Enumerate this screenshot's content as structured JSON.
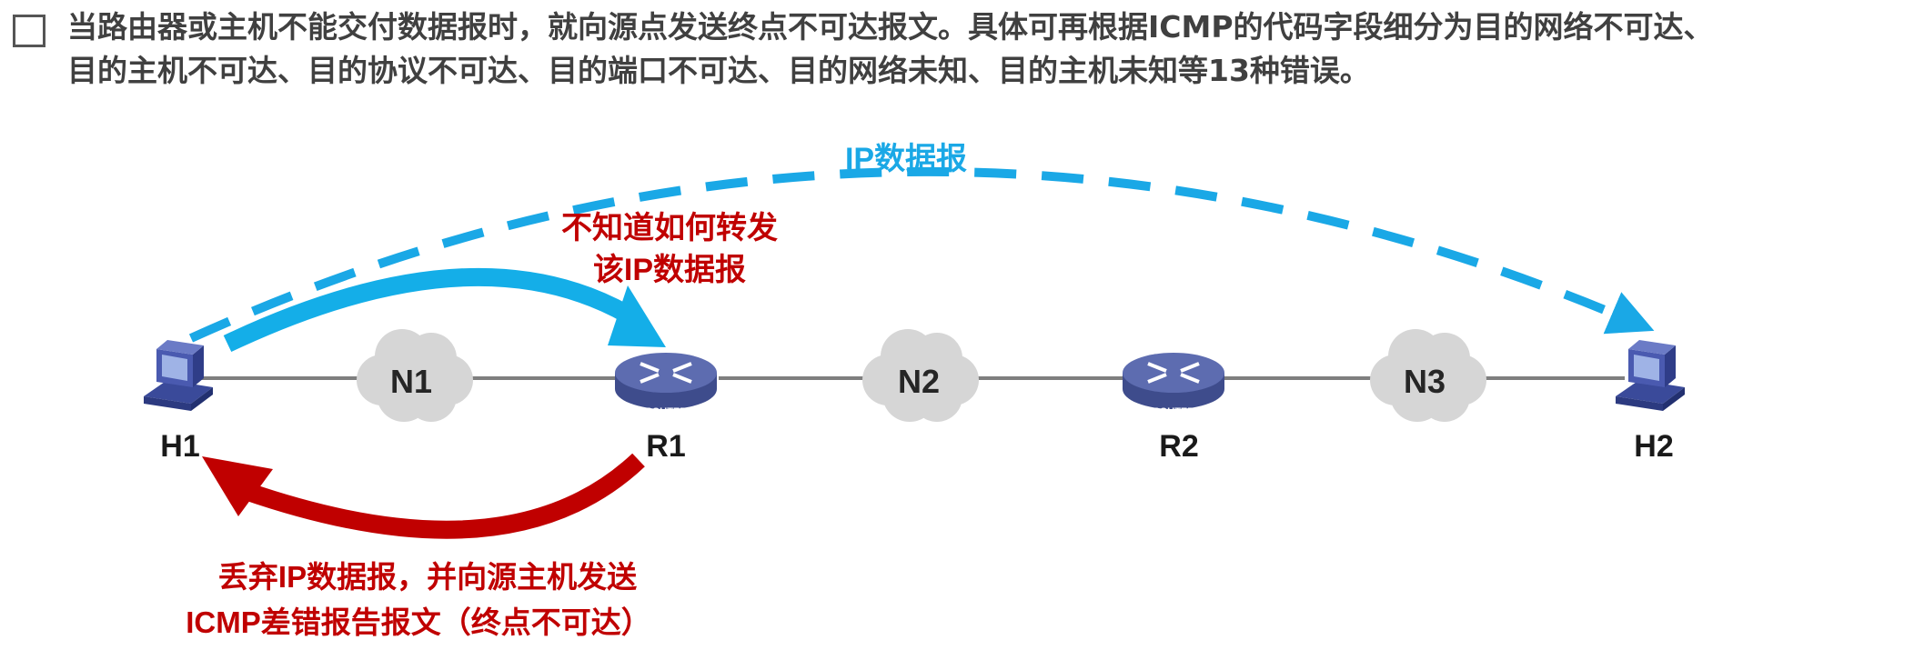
{
  "intro": {
    "line1": "当路由器或主机不能交付数据报时，就向源点发送终点不可达报文。具体可再根据ICMP的代码字段细分为目的网络不可达、",
    "line2": "目的主机不可达、目的协议不可达、目的端口不可达、目的网络未知、目的主机未知等13种错误。"
  },
  "nodes": {
    "h1": "H1",
    "r1": "R1",
    "r2": "R2",
    "h2": "H2",
    "n1": "N1",
    "n2": "N2",
    "n3": "N3",
    "router_badge": "ROUTER"
  },
  "labels": {
    "ip_datagram": "IP数据报",
    "unknown_line1": "不知道如何转发",
    "unknown_line2": "该IP数据报",
    "discard_line1": "丢弃IP数据报，并向源主机发送",
    "discard_line2": "ICMP差错报告报文（终点不可达）"
  },
  "colors": {
    "text": "#404040",
    "dashed_arrow": "#1aa8e6",
    "forward_arrow": "#14aee8",
    "error": "#c00000",
    "link": "#7f7f7f",
    "cloud": "#d6d6d6",
    "router": "#5a69a8",
    "host": "#3f4d9c"
  }
}
